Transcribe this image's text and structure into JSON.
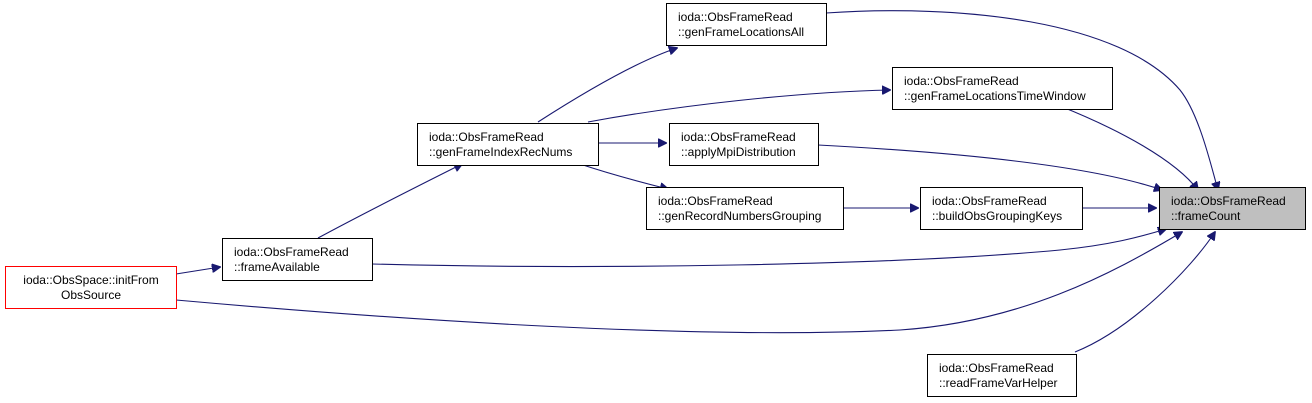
{
  "nodes": {
    "frame_count": {
      "line1": "ioda::ObsFrameRead",
      "line2": "::frameCount"
    },
    "gen_locations_all": {
      "line1": "ioda::ObsFrameRead",
      "line2": "::genFrameLocationsAll"
    },
    "gen_locations_tw": {
      "line1": "ioda::ObsFrameRead",
      "line2": "::genFrameLocationsTimeWindow"
    },
    "apply_mpi": {
      "line1": "ioda::ObsFrameRead",
      "line2": "::applyMpiDistribution"
    },
    "gen_index_recnums": {
      "line1": "ioda::ObsFrameRead",
      "line2": "::genFrameIndexRecNums"
    },
    "gen_record_numbers": {
      "line1": "ioda::ObsFrameRead",
      "line2": "::genRecordNumbersGrouping"
    },
    "build_grouping_keys": {
      "line1": "ioda::ObsFrameRead",
      "line2": "::buildObsGroupingKeys"
    },
    "frame_available": {
      "line1": "ioda::ObsFrameRead",
      "line2": "::frameAvailable"
    },
    "init_from_source": {
      "line1": "ioda::ObsSpace::initFrom",
      "line2": "ObsSource"
    },
    "read_var_helper": {
      "line1": "ioda::ObsFrameRead",
      "line2": "::readFrameVarHelper"
    }
  },
  "colors": {
    "edge": "#191970",
    "root_fill": "#bfbfbf",
    "highlight_border": "#ff0000"
  }
}
